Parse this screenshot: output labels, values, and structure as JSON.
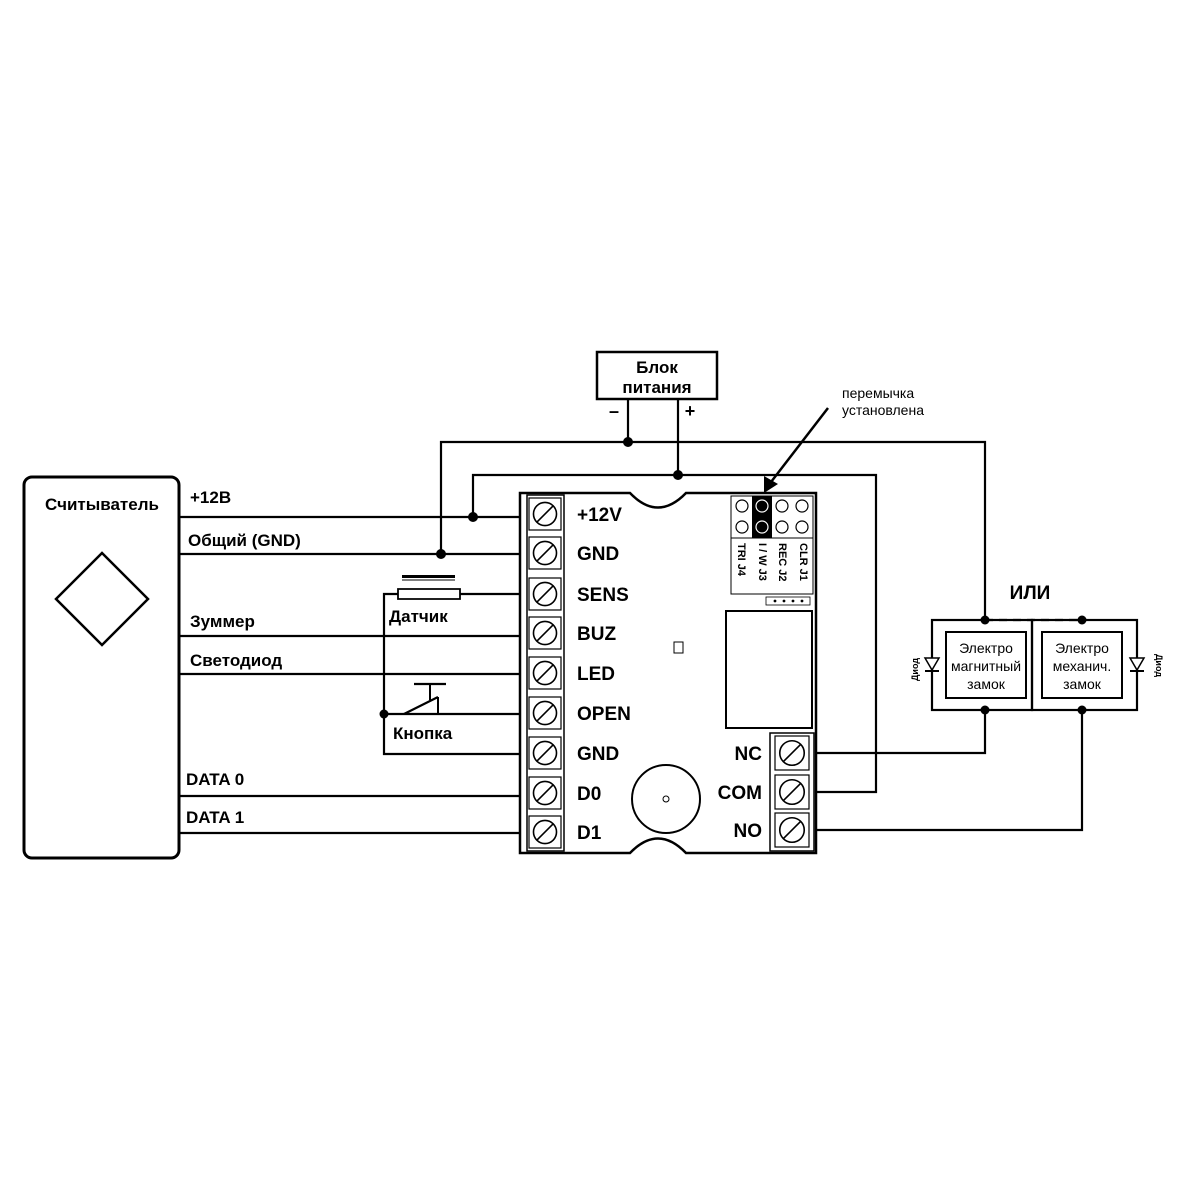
{
  "reader": {
    "title": "Считыватель",
    "wires": {
      "plus12": "+12В",
      "gnd": "Общий (GND)",
      "buzzer": "Зуммер",
      "led": "Светодиод",
      "data0": "DATA 0",
      "data1": "DATA 1"
    }
  },
  "psu": {
    "line1": "Блок",
    "line2": "питания",
    "minus": "–",
    "plus": "+"
  },
  "jumper_note": {
    "line1": "перемычка",
    "line2": "установлена"
  },
  "controller": {
    "left_terminals": [
      "+12V",
      "GND",
      "SENS",
      "BUZ",
      "LED",
      "OPEN",
      "GND",
      "D0",
      "D1"
    ],
    "right_terminals": [
      "NC",
      "COM",
      "NO"
    ],
    "jumpers": [
      "CLR J1",
      "REC J2",
      "I / W J3",
      "TRI J4"
    ]
  },
  "sensor_label": "Датчик",
  "button_label": "Кнопка",
  "or_label": "ИЛИ",
  "locks": {
    "magnetic": {
      "line1": "Электро",
      "line2": "магнитный",
      "line3": "замок"
    },
    "mechanical": {
      "line1": "Электро",
      "line2": "механич.",
      "line3": "замок"
    },
    "diode": "Диод"
  }
}
